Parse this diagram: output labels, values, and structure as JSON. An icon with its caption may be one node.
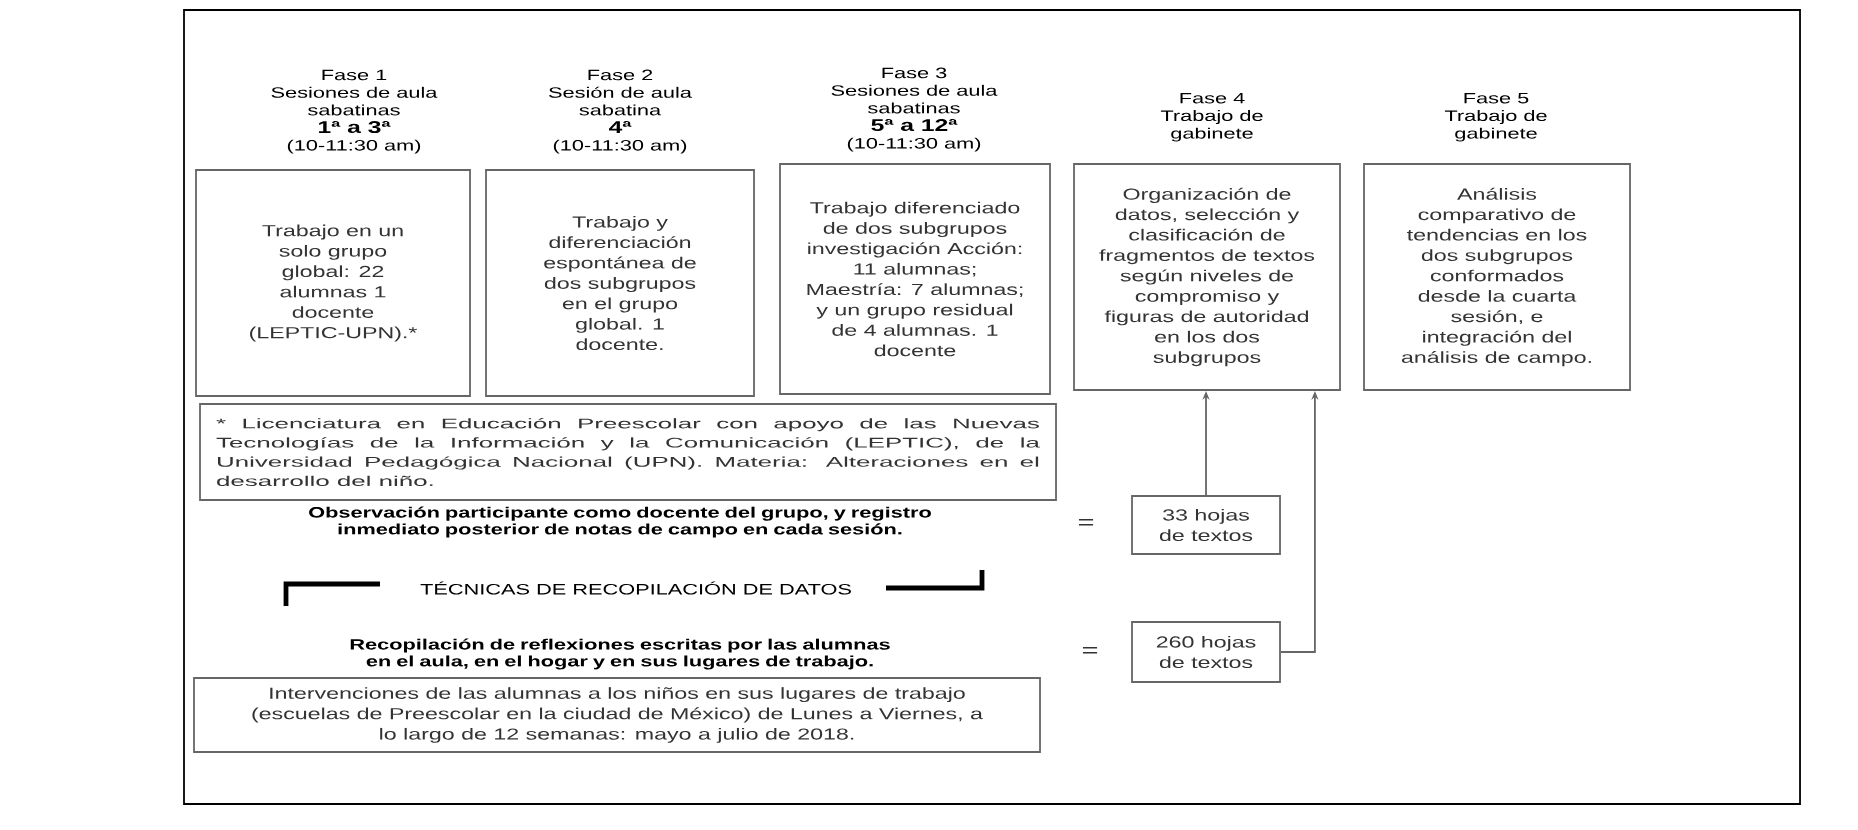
{
  "diagram": {
    "nodes": [
      {
        "text": [
          "Fase 1",
          "Sesiones de aula sabatinas",
          "1ª a 3ª",
          "(10-11:30 am)",
          "Trabajo en un solo grupo global: 22 alumnas 1 docente (LEPTIC-UPN).*"
        ]
      },
      {
        "text": [
          "Fase 2",
          "Sesión de aula sabatina",
          "4ª",
          "(10-11:30 am)",
          "Trabajo y diferenciación espontánea de dos subgrupos en el grupo global. 1 docente."
        ]
      },
      {
        "text": [
          "Fase 3",
          "Sesiones de aula sabatinas",
          "5ª a 12ª",
          "(10-11:30 am)",
          "Trabajo diferenciado de dos subgrupos investigación Acción: 11 alumnas; Maestría: 7 alumnas; y un grupo residual de 4 alumnas. 1 docente"
        ]
      },
      {
        "text": [
          "Fase 4",
          "Trabajo de gabinete",
          "Organización de datos, selección y clasificación de fragmentos de textos según niveles de compromiso y figuras de autoridad en los dos subgrupos"
        ]
      },
      {
        "text": [
          "Fase 5",
          "Trabajo de gabinete",
          "Análisis comparativo de tendencias en los dos subgrupos conformados desde la cuarta sesión, e integración del análisis de campo."
        ]
      },
      {
        "text": [
          "* Licenciatura en Educación Preescolar con apoyo de las Nuevas Tecnologías de la Información y la Comunicación (LEPTIC), de la Universidad Pedagógica Nacional (UPN). Materia: Alteraciones en el desarrollo del niño."
        ]
      },
      {
        "text": [
          "33 hojas de textos"
        ]
      },
      {
        "text": [
          "260 hojas de textos"
        ]
      },
      {
        "text": [
          "Intervenciones de las alumnas a los niños en sus lugares de trabajo (escuelas de Preescolar en la ciudad de México) de Lunes a Viernes, a lo largo de 12 semanas: mayo a julio de 2018."
        ]
      }
    ],
    "edges": [
      {
        "from": 6,
        "to": 3,
        "arrow": "to"
      },
      {
        "from": 7,
        "to": 3,
        "arrow": "to"
      }
    ],
    "labels": [
      "Observación participante como docente del grupo, y registro inmediato posterior de notas de campo en cada sesión.",
      "=",
      "TÉCNICAS DE RECOPILACIÓN DE DATOS",
      "Recopilación de reflexiones escritas por las alumnas en el aula, en el hogar y en sus lugares de trabajo.",
      "="
    ]
  }
}
